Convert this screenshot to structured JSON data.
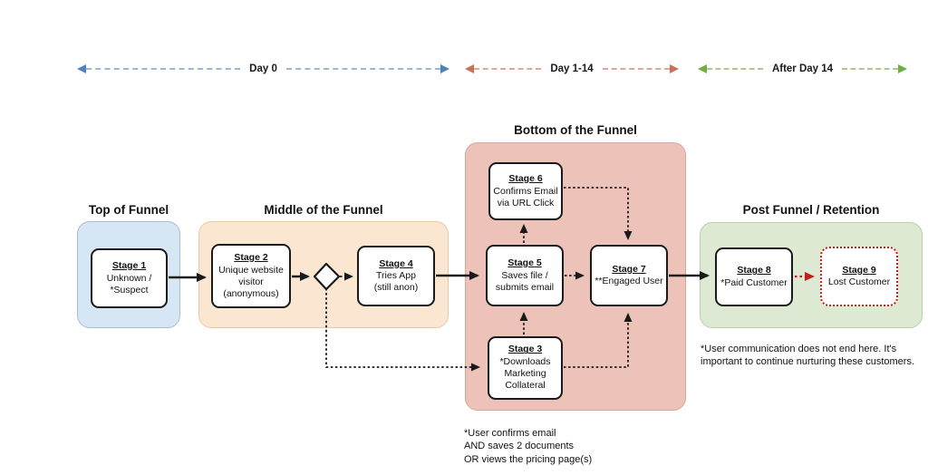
{
  "timeline": [
    {
      "id": "day0",
      "label": "Day 0",
      "arrow_color": "#4f81bd",
      "dash_color": "#9ab7da"
    },
    {
      "id": "day114",
      "label": "Day 1-14",
      "arrow_color": "#c9705a",
      "dash_color": "#e0a894"
    },
    {
      "id": "after14",
      "label": "After Day 14",
      "arrow_color": "#6fae47",
      "dash_color": "#adcb90"
    }
  ],
  "sections": {
    "top": {
      "title": "Top of Funnel",
      "fill": "#d7e6f4",
      "border": "#a7bed6"
    },
    "middle": {
      "title": "Middle of the Funnel",
      "fill": "#fbe7d1",
      "border": "#e7cba6"
    },
    "bottom": {
      "title": "Bottom of the Funnel",
      "fill": "#edc2b9",
      "border": "#d8a79b"
    },
    "post": {
      "title": "Post Funnel / Retention",
      "fill": "#dde9d2",
      "border": "#bcd0a7"
    }
  },
  "stages": {
    "s1": {
      "title": "Stage 1",
      "body": "Unknown /\n*Suspect"
    },
    "s2": {
      "title": "Stage 2",
      "body": "Unique website\nvisitor\n(anonymous)"
    },
    "s3": {
      "title": "Stage 3",
      "body": "*Downloads\nMarketing\nCollateral"
    },
    "s4": {
      "title": "Stage 4",
      "body": "Tries App\n(still anon)"
    },
    "s5": {
      "title": "Stage 5",
      "body": "Saves file /\nsubmits email"
    },
    "s6": {
      "title": "Stage 6",
      "body": "Confirms Email\nvia URL Click"
    },
    "s7": {
      "title": "Stage 7",
      "body": "**Engaged  User"
    },
    "s8": {
      "title": "Stage 8",
      "body": "*Paid Customer"
    },
    "s9": {
      "title": "Stage 9",
      "body": "Lost Customer",
      "border_color": "#c22017"
    }
  },
  "footnotes": {
    "bottom": "*User confirms email\nAND saves 2 documents\nOR views the pricing page(s)",
    "post": "*User communication does not end here. It's\nimportant to continue nurturing these customers."
  },
  "connector_colors": {
    "solid": "#1a1a1a",
    "dotted": "#1a1a1a",
    "churn_dotted": "#c22017"
  }
}
